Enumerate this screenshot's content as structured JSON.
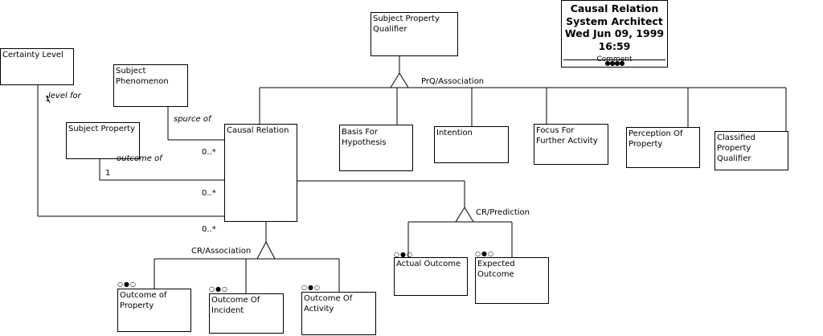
{
  "title_block": {
    "line1": "Causal Relation",
    "line2": "System Architect",
    "line3": "Wed Jun 09, 1999",
    "line4": "16:59",
    "comment": "Comment",
    "dots": "●●●●"
  },
  "entities": {
    "certainty_level": "Certainty Level",
    "subject_phenomenon": "Subject\nPhenomenon",
    "subject_property": "Subject Property",
    "causal_relation": "Causal Relation",
    "subject_property_qualifier": "Subject Property\nQualifier",
    "basis_for_hypothesis": "Basis For\nHypothesis",
    "intention": "Intention",
    "focus_for_further_activity": "Focus For\nFurther Activity",
    "perception_of_property": "Perception Of\nProperty",
    "classified_property_qualifier": "Classified\nProperty Qualifier",
    "actual_outcome": "Actual Outcome",
    "expected_outcome": "Expected\nOutcome",
    "outcome_of_property": "Outcome of\nProperty",
    "outcome_of_incident": "Outcome Of\nIncident",
    "outcome_of_activity": "Outcome Of\nActivity"
  },
  "relations": {
    "prq_association": "PrQ/Association",
    "cr_prediction": "CR/Prediction",
    "cr_association": "CR/Association",
    "level_for": "level for",
    "source_of": "spurce of",
    "outcome_of": "outcome of"
  },
  "cardinality": {
    "level_one": "1",
    "outcome_one": "1",
    "source_many": "0..*",
    "outcome_many": "0..*",
    "level_many": "0..*"
  },
  "discriminator": "○●○"
}
